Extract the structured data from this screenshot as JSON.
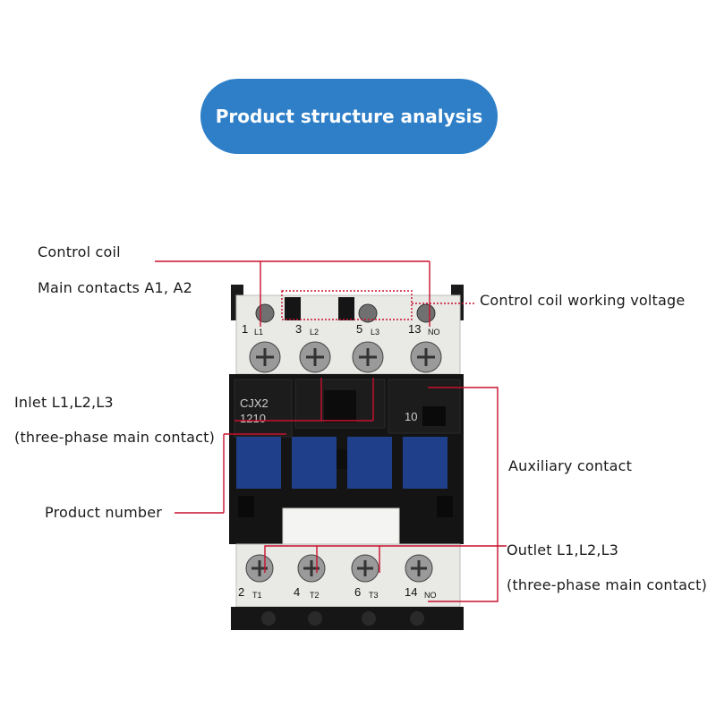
{
  "header": {
    "title": "Product structure analysis"
  },
  "callouts": {
    "control_coil": "Control coil",
    "main_contacts": "Main contacts A1, A2",
    "coil_voltage": "Control coil working voltage",
    "inlet": "Inlet L1,L2,L3",
    "inlet_note": "(three-phase main contact)",
    "auxiliary": "Auxiliary contact",
    "product_number": "Product number",
    "outlet": "Outlet L1,L2,L3",
    "outlet_note": "(three-phase main contact)"
  },
  "device": {
    "top_terminals": [
      {
        "num": "1",
        "sub": "L1"
      },
      {
        "num": "3",
        "sub": "L2"
      },
      {
        "num": "5",
        "sub": "L3"
      },
      {
        "num": "13",
        "sub": "NO"
      }
    ],
    "bottom_terminals": [
      {
        "num": "2",
        "sub": "T1"
      },
      {
        "num": "4",
        "sub": "T2"
      },
      {
        "num": "6",
        "sub": "T3"
      },
      {
        "num": "14",
        "sub": "NO"
      }
    ],
    "model": "CJX2",
    "model_number": "1210",
    "aux_code": "10"
  },
  "colors": {
    "pill": "#2e7fc8",
    "leader": "#c8102e",
    "button": "#1f3f8a"
  }
}
